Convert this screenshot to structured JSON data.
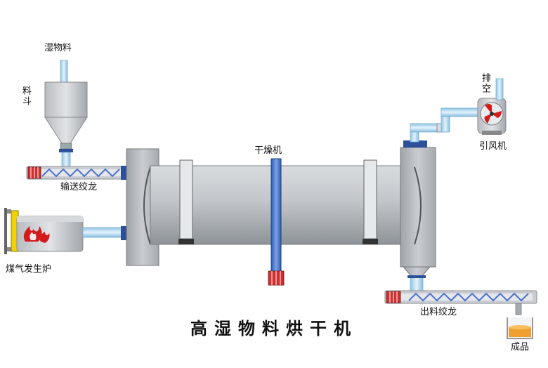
{
  "labels": {
    "wet_material": "湿物料",
    "hopper": "料斗",
    "feed_screw": "输送绞龙",
    "gas_furnace": "煤气发生炉",
    "dryer": "干燥机",
    "exhaust": "排空",
    "fan": "引风机",
    "discharge_screw": "出料绞龙",
    "product": "成品"
  },
  "title": "高湿物料烘干机",
  "colors": {
    "drum": "#b8bcc0",
    "pipe": "#a8d4ee",
    "blue_bar": "#3a6fc6",
    "motor": "#d03030",
    "screw": "#4a6fd0",
    "furnace_yellow": "#f2d200",
    "flame": "#d21c1c"
  },
  "icons": [
    "fan-icon",
    "flame-icon",
    "motor-icon"
  ]
}
